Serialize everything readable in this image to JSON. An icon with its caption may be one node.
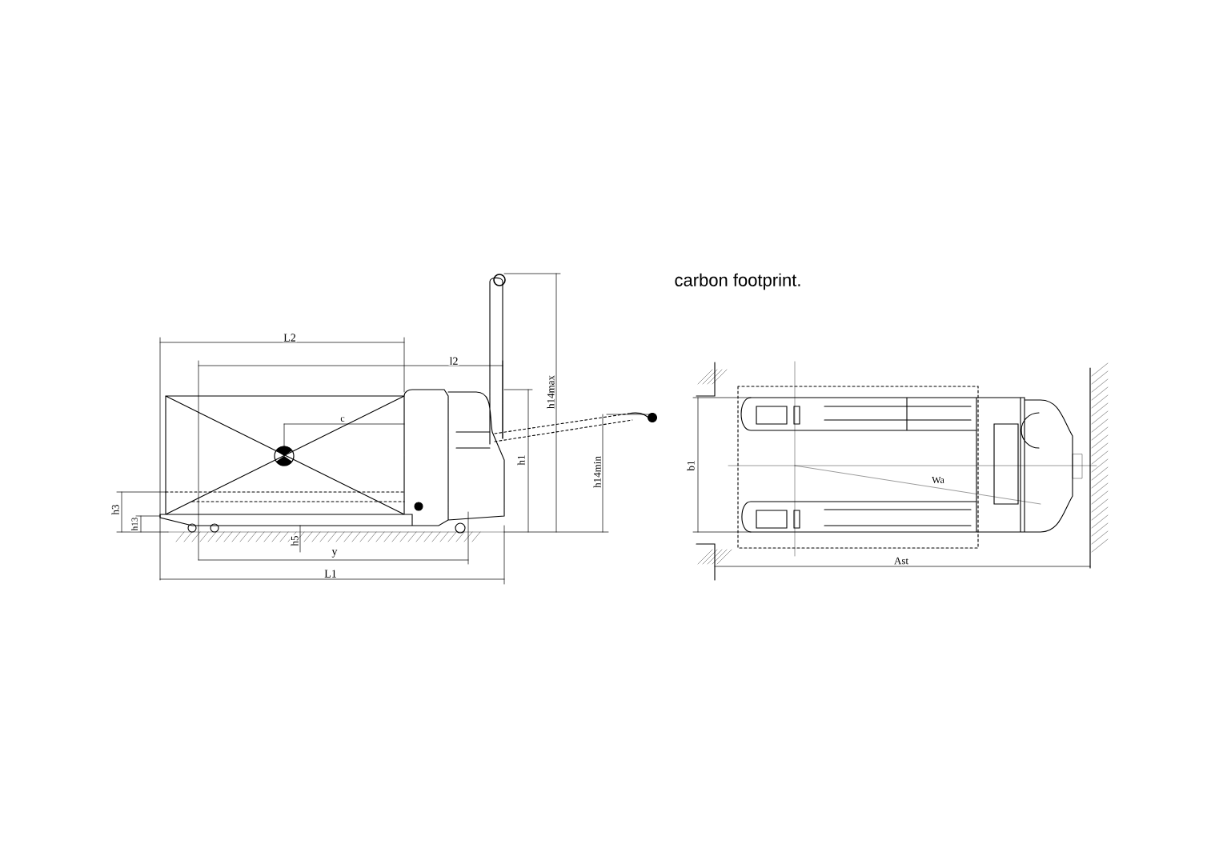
{
  "diagram": {
    "labels": [
      "carbon footprint.",
      "L2",
      "l2",
      "c",
      "h14max",
      "h1",
      "h14min",
      "h3",
      "h13",
      "h5",
      "y",
      "L1",
      "b1",
      "Wa",
      "Ast"
    ]
  }
}
